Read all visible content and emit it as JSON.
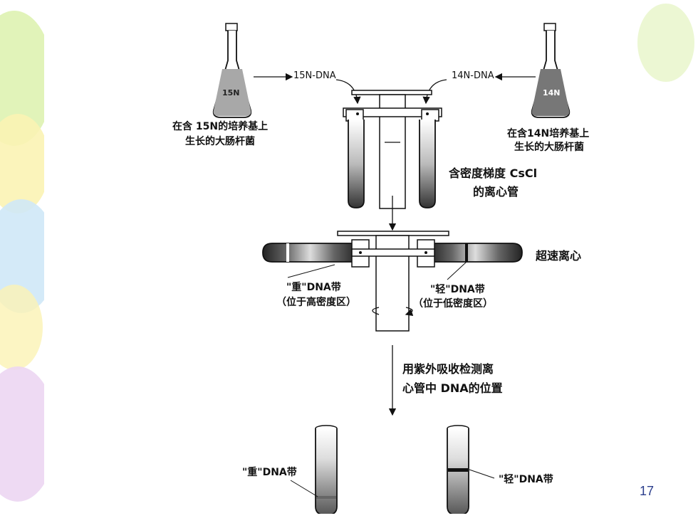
{
  "labels": {
    "n15_dna": "15N-DNA",
    "n14_dna": "14N-DNA",
    "flask_left_mark": "15N",
    "flask_right_mark": "14N",
    "left_caption_1": "在含 15N的培养基上",
    "left_caption_2": "生长的大肠杆菌",
    "right_caption_1": "在含14N培养基上",
    "right_caption_2": "生长的大肠杆菌",
    "cscl_1": "含密度梯度 CsCl",
    "cscl_2": "的离心管",
    "ultra": "超速离心",
    "heavy_band": "\"重\"DNA带",
    "heavy_zone": "（位于高密度区）",
    "light_band": "\"轻\"DNA带",
    "light_zone": "（位于低密度区）",
    "uv_1": "用紫外吸收检测离",
    "uv_2": "心管中 DNA的位置",
    "heavy_band_bottom": "\"重\"DNA带",
    "light_band_bottom": "\"轻\"DNA带"
  },
  "page_number": "17",
  "colors": {
    "ink": "#111111",
    "page_number": "#2b3e8c",
    "deco_green": "#d9f0a8",
    "deco_yellow": "#fbf3b4",
    "deco_blue": "#cfe8f7",
    "deco_purple": "#ecd6f2"
  }
}
